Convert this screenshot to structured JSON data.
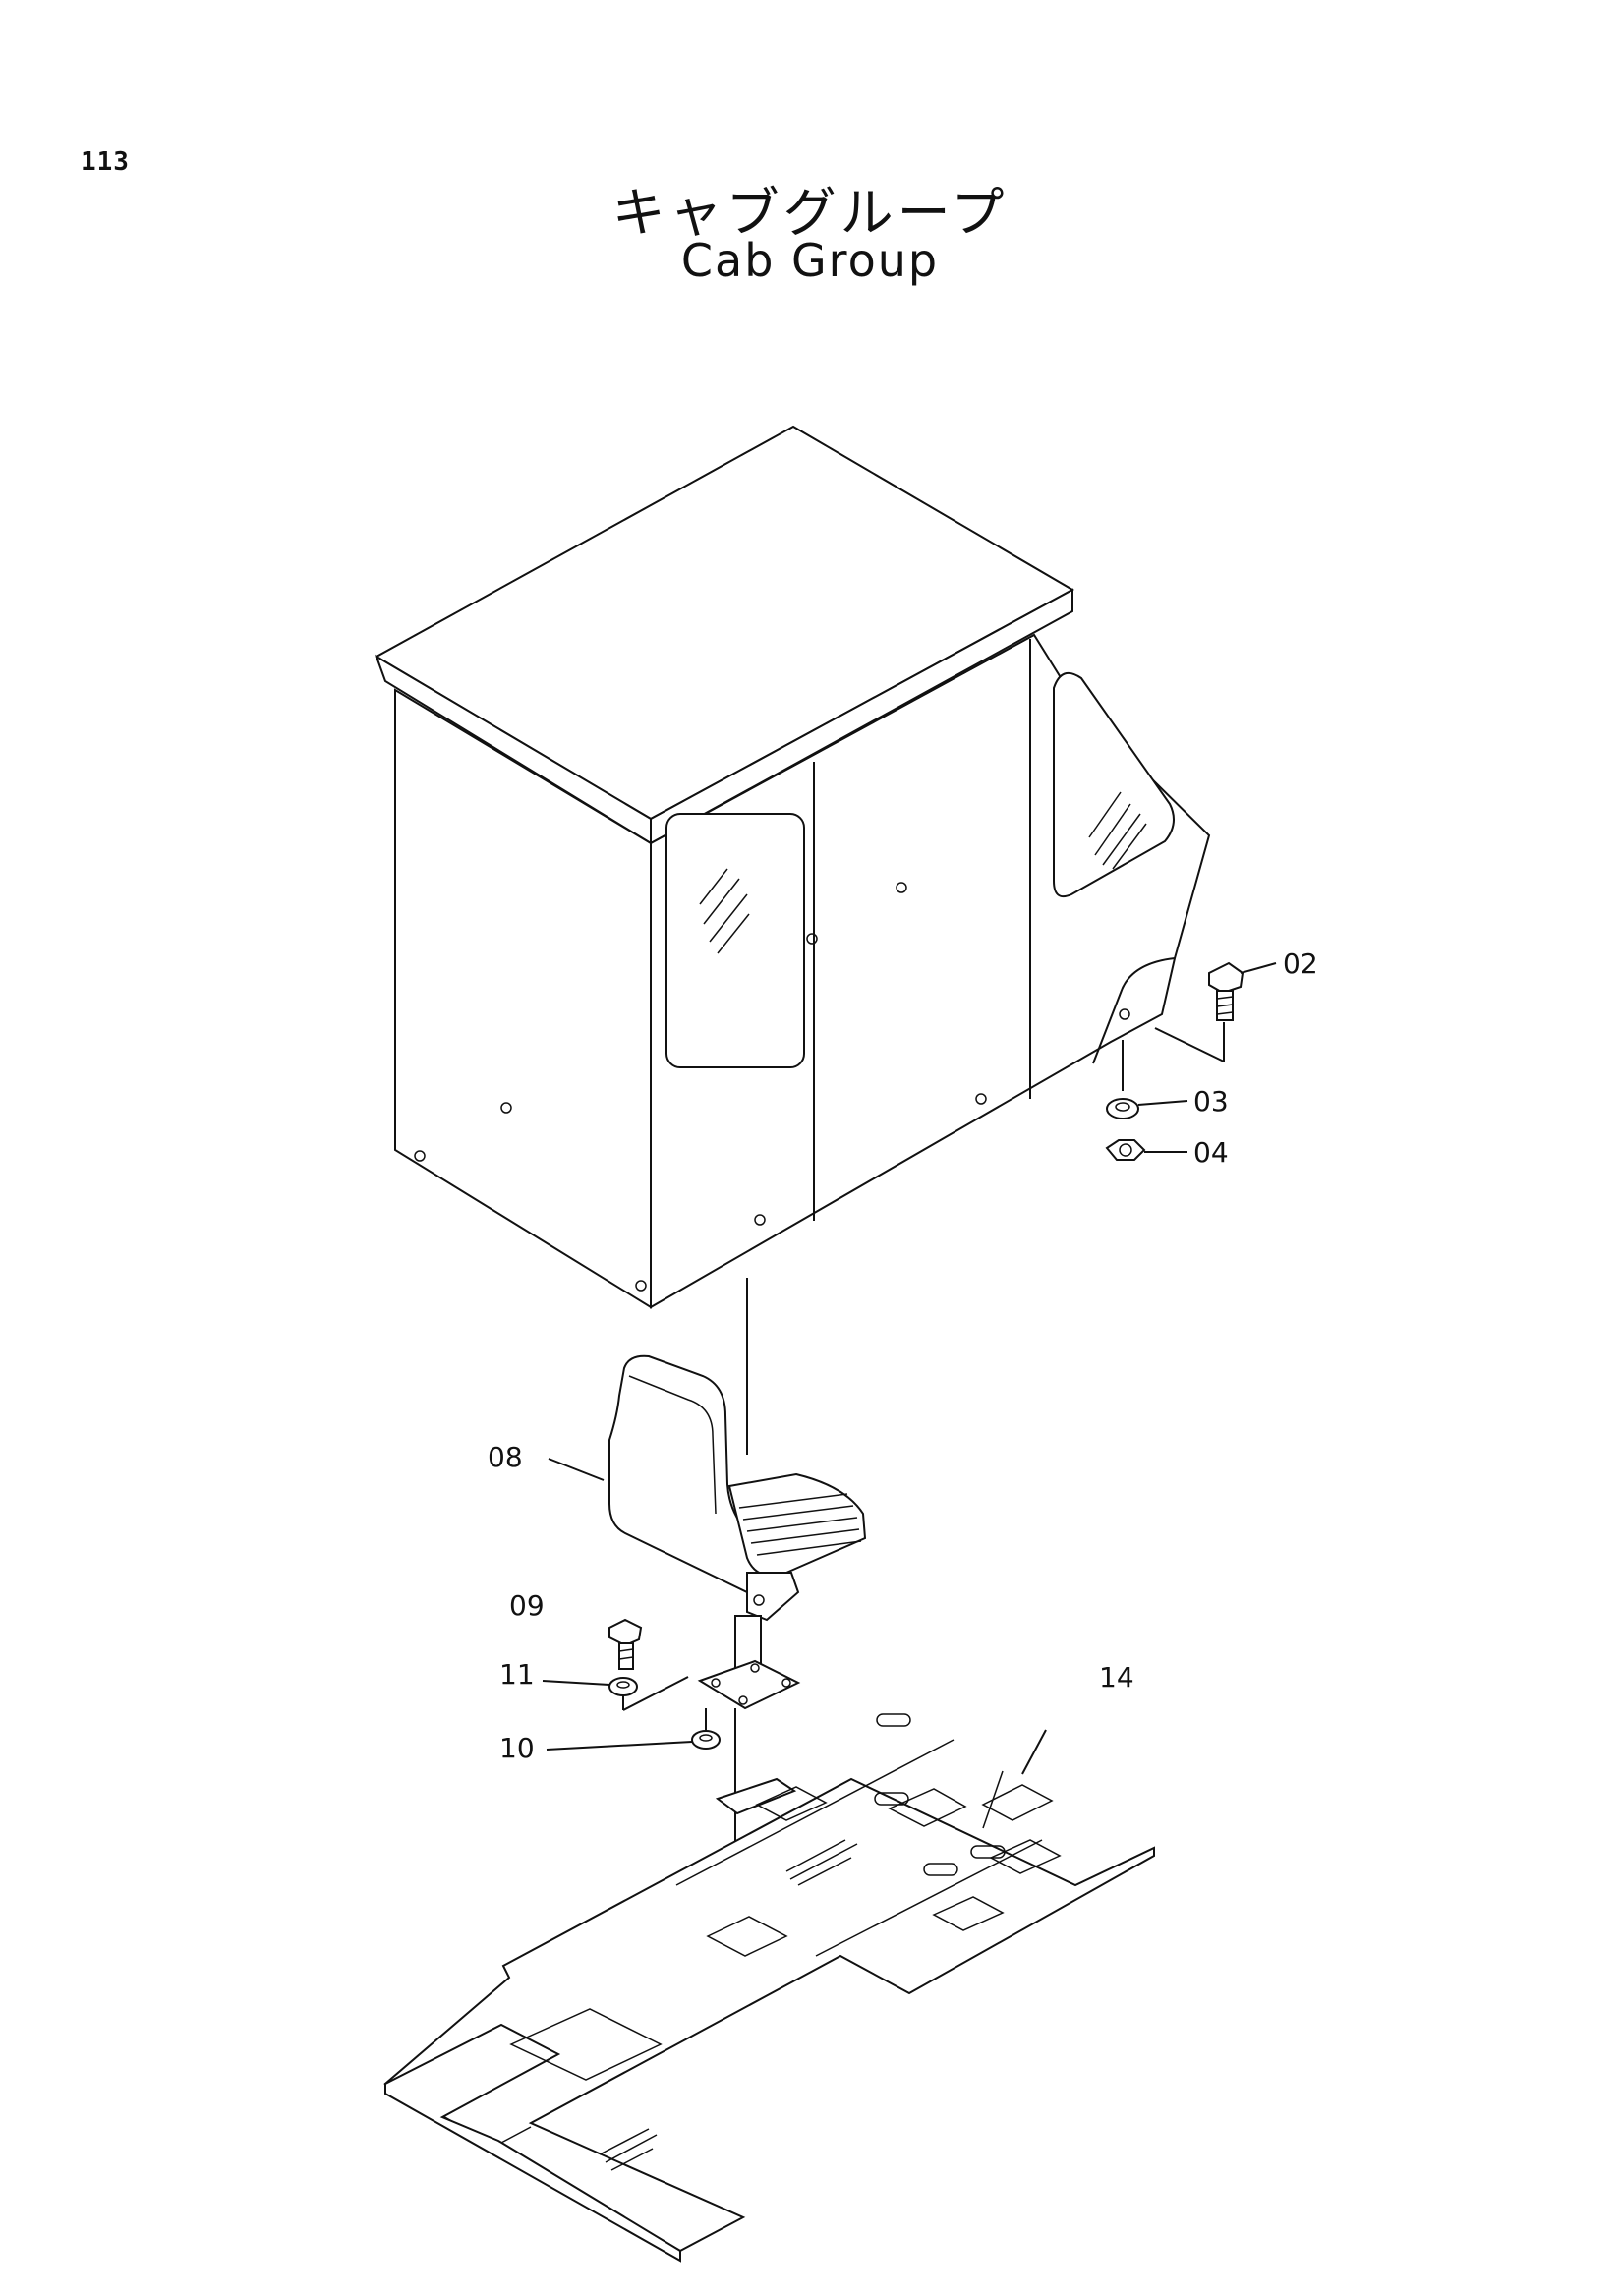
{
  "page": {
    "number": "113",
    "title_jp": "キャブグループ",
    "title_en": "Cab Group"
  },
  "callouts": {
    "c02": "02",
    "c03": "03",
    "c04": "04",
    "c08": "08",
    "c09": "09",
    "c10": "10",
    "c11": "11",
    "c14": "14"
  }
}
